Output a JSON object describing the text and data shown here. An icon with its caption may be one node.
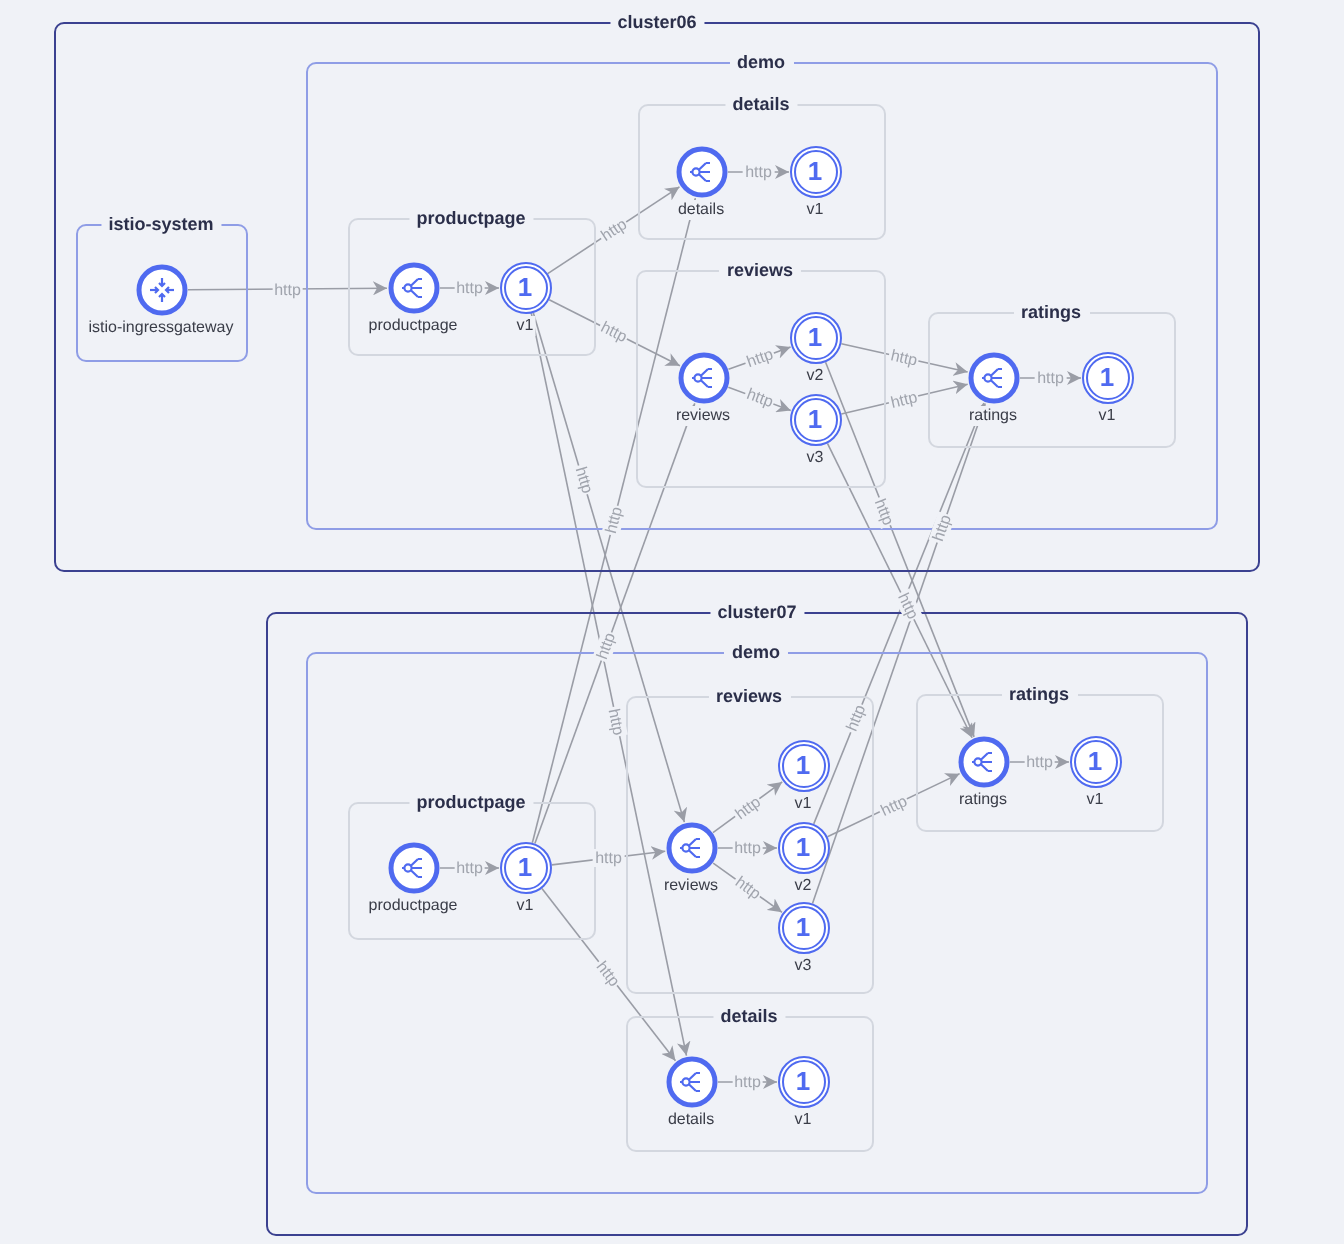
{
  "diagram": {
    "nodes": [
      {
        "text": [
          "cluster06"
        ]
      },
      {
        "text": [
          "demo"
        ],
        "in": 0
      },
      {
        "text": [
          "istio-system"
        ],
        "in": 0
      },
      {
        "text": [
          "istio-ingressgateway"
        ],
        "in": 2
      },
      {
        "text": [
          "productpage"
        ],
        "in": 1
      },
      {
        "text": [
          "productpage"
        ],
        "in": 4
      },
      {
        "text": [
          "1",
          "v1"
        ],
        "in": 4
      },
      {
        "text": [
          "details"
        ],
        "in": 1
      },
      {
        "text": [
          "details"
        ],
        "in": 7
      },
      {
        "text": [
          "1",
          "v1"
        ],
        "in": 7
      },
      {
        "text": [
          "reviews"
        ],
        "in": 1
      },
      {
        "text": [
          "reviews"
        ],
        "in": 10
      },
      {
        "text": [
          "1",
          "v2"
        ],
        "in": 10
      },
      {
        "text": [
          "1",
          "v3"
        ],
        "in": 10
      },
      {
        "text": [
          "ratings"
        ],
        "in": 1
      },
      {
        "text": [
          "ratings"
        ],
        "in": 14
      },
      {
        "text": [
          "1",
          "v1"
        ],
        "in": 14
      },
      {
        "text": [
          "cluster07"
        ]
      },
      {
        "text": [
          "demo"
        ],
        "in": 17
      },
      {
        "text": [
          "productpage"
        ],
        "in": 18
      },
      {
        "text": [
          "productpage"
        ],
        "in": 19
      },
      {
        "text": [
          "1",
          "v1"
        ],
        "in": 19
      },
      {
        "text": [
          "reviews"
        ],
        "in": 18
      },
      {
        "text": [
          "reviews"
        ],
        "in": 22
      },
      {
        "text": [
          "1",
          "v1"
        ],
        "in": 22
      },
      {
        "text": [
          "1",
          "v2"
        ],
        "in": 22
      },
      {
        "text": [
          "1",
          "v3"
        ],
        "in": 22
      },
      {
        "text": [
          "ratings"
        ],
        "in": 18
      },
      {
        "text": [
          "ratings"
        ],
        "in": 27
      },
      {
        "text": [
          "1",
          "v1"
        ],
        "in": 27
      },
      {
        "text": [
          "details"
        ],
        "in": 18
      },
      {
        "text": [
          "details"
        ],
        "in": 30
      },
      {
        "text": [
          "1",
          "v1"
        ],
        "in": 30
      }
    ],
    "edges": [
      {
        "from": 3,
        "to": 5,
        "arrow": "to",
        "label": "http"
      },
      {
        "from": 5,
        "to": 6,
        "arrow": "to",
        "label": "http"
      },
      {
        "from": 6,
        "to": 8,
        "arrow": "to",
        "label": "http"
      },
      {
        "from": 6,
        "to": 11,
        "arrow": "to",
        "label": "http"
      },
      {
        "from": 8,
        "to": 9,
        "arrow": "to",
        "label": "http"
      },
      {
        "from": 11,
        "to": 12,
        "arrow": "to",
        "label": "http"
      },
      {
        "from": 11,
        "to": 13,
        "arrow": "to",
        "label": "http"
      },
      {
        "from": 12,
        "to": 15,
        "arrow": "to",
        "label": "http"
      },
      {
        "from": 13,
        "to": 15,
        "arrow": "to",
        "label": "http"
      },
      {
        "from": 15,
        "to": 16,
        "arrow": "to",
        "label": "http"
      },
      {
        "from": 6,
        "to": 23,
        "arrow": "to",
        "label": "http"
      },
      {
        "from": 6,
        "to": 31,
        "arrow": "to",
        "label": "http"
      },
      {
        "from": 21,
        "to": 8,
        "arrow": "to",
        "label": "http"
      },
      {
        "from": 21,
        "to": 11,
        "arrow": "to",
        "label": "http"
      },
      {
        "from": 12,
        "to": 28,
        "arrow": "to",
        "label": "http"
      },
      {
        "from": 13,
        "to": 28,
        "arrow": "to",
        "label": "http"
      },
      {
        "from": 25,
        "to": 15,
        "arrow": "to",
        "label": "http"
      },
      {
        "from": 26,
        "to": 15,
        "arrow": "to",
        "label": "http"
      },
      {
        "from": 20,
        "to": 21,
        "arrow": "to",
        "label": "http"
      },
      {
        "from": 21,
        "to": 23,
        "arrow": "to",
        "label": "http"
      },
      {
        "from": 21,
        "to": 31,
        "arrow": "to",
        "label": "http"
      },
      {
        "from": 23,
        "to": 24,
        "arrow": "to",
        "label": "http"
      },
      {
        "from": 23,
        "to": 25,
        "arrow": "to",
        "label": "http"
      },
      {
        "from": 23,
        "to": 26,
        "arrow": "to",
        "label": "http"
      },
      {
        "from": 25,
        "to": 28,
        "arrow": "to",
        "label": "http"
      },
      {
        "from": 28,
        "to": 29,
        "arrow": "to",
        "label": "http"
      },
      {
        "from": 31,
        "to": 32,
        "arrow": "to",
        "label": "http"
      }
    ]
  }
}
